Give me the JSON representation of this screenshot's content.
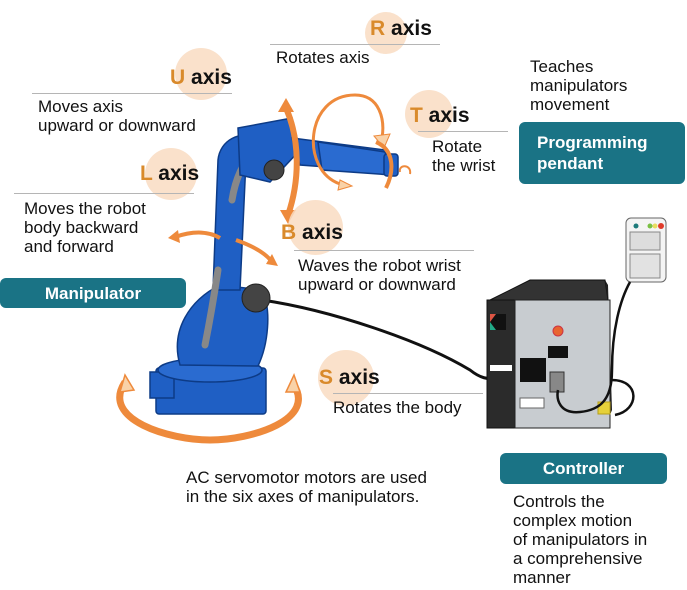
{
  "colors": {
    "accent_orange": "#d98a2b",
    "arrow_orange": "#ee8a3c",
    "bubble_peach": "#f9dcc2",
    "tag_teal": "#1a7385",
    "robot_blue": "#1f5fc4",
    "cable_black": "#111111",
    "controller_dark": "#2b2b2b",
    "controller_panel": "#c8ccd0"
  },
  "axes": {
    "r": {
      "letter": "R",
      "word": "axis",
      "description": "Rotates axis"
    },
    "u": {
      "letter": "U",
      "word": "axis",
      "description": "Moves axis\nupward or downward"
    },
    "t": {
      "letter": "T",
      "word": "axis",
      "description": "Rotate\nthe wrist"
    },
    "l": {
      "letter": "L",
      "word": "axis",
      "description": "Moves the robot\nbody backward\nand forward"
    },
    "b": {
      "letter": "B",
      "word": "axis",
      "description": "Waves the robot wrist\nupward or downward"
    },
    "s": {
      "letter": "S",
      "word": "axis",
      "description": "Rotates the body"
    }
  },
  "components": {
    "manipulator": {
      "label": "Manipulator"
    },
    "pendant": {
      "label": "Programming\npendant",
      "description": "Teaches\nmanipulators\nmovement"
    },
    "controller": {
      "label": "Controller",
      "description": "Controls the\ncomplex motion\nof manipulators in\na comprehensive\nmanner"
    }
  },
  "note": "AC servomotor motors are used\nin the six axes of manipulators."
}
